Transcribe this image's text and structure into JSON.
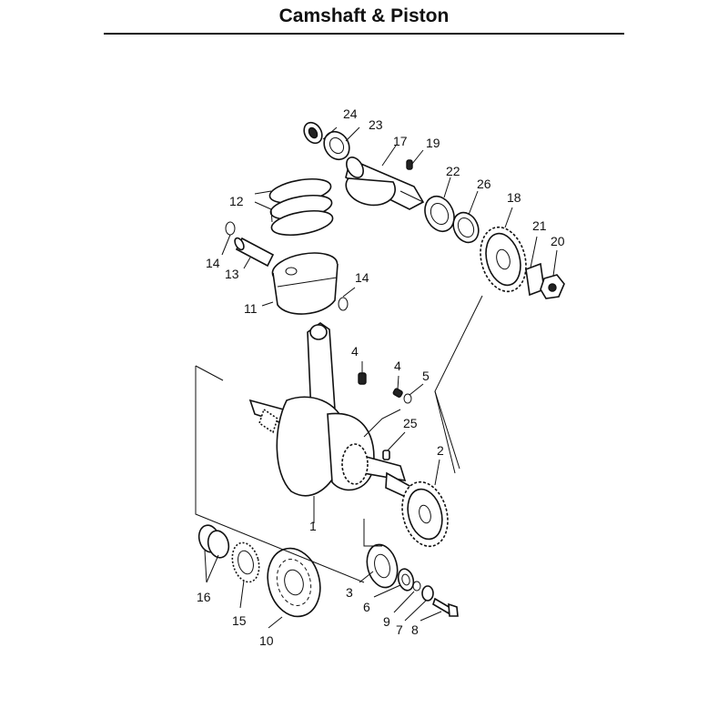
{
  "header": {
    "title": "Camshaft & Piston"
  },
  "callouts": [
    {
      "id": "c1",
      "text": "1"
    },
    {
      "id": "c2",
      "text": "2"
    },
    {
      "id": "c3",
      "text": "3"
    },
    {
      "id": "c4a",
      "text": "4"
    },
    {
      "id": "c4b",
      "text": "4"
    },
    {
      "id": "c5",
      "text": "5"
    },
    {
      "id": "c6",
      "text": "6"
    },
    {
      "id": "c7",
      "text": "7"
    },
    {
      "id": "c8",
      "text": "8"
    },
    {
      "id": "c9",
      "text": "9"
    },
    {
      "id": "c10",
      "text": "10"
    },
    {
      "id": "c11",
      "text": "11"
    },
    {
      "id": "c12",
      "text": "12"
    },
    {
      "id": "c13",
      "text": "13"
    },
    {
      "id": "c14a",
      "text": "14"
    },
    {
      "id": "c14b",
      "text": "14"
    },
    {
      "id": "c15",
      "text": "15"
    },
    {
      "id": "c16",
      "text": "16"
    },
    {
      "id": "c17",
      "text": "17"
    },
    {
      "id": "c18",
      "text": "18"
    },
    {
      "id": "c19",
      "text": "19"
    },
    {
      "id": "c20",
      "text": "20"
    },
    {
      "id": "c21",
      "text": "21"
    },
    {
      "id": "c22",
      "text": "22"
    },
    {
      "id": "c23",
      "text": "23"
    },
    {
      "id": "c24",
      "text": "24"
    },
    {
      "id": "c25",
      "text": "25"
    },
    {
      "id": "c26",
      "text": "26"
    }
  ]
}
